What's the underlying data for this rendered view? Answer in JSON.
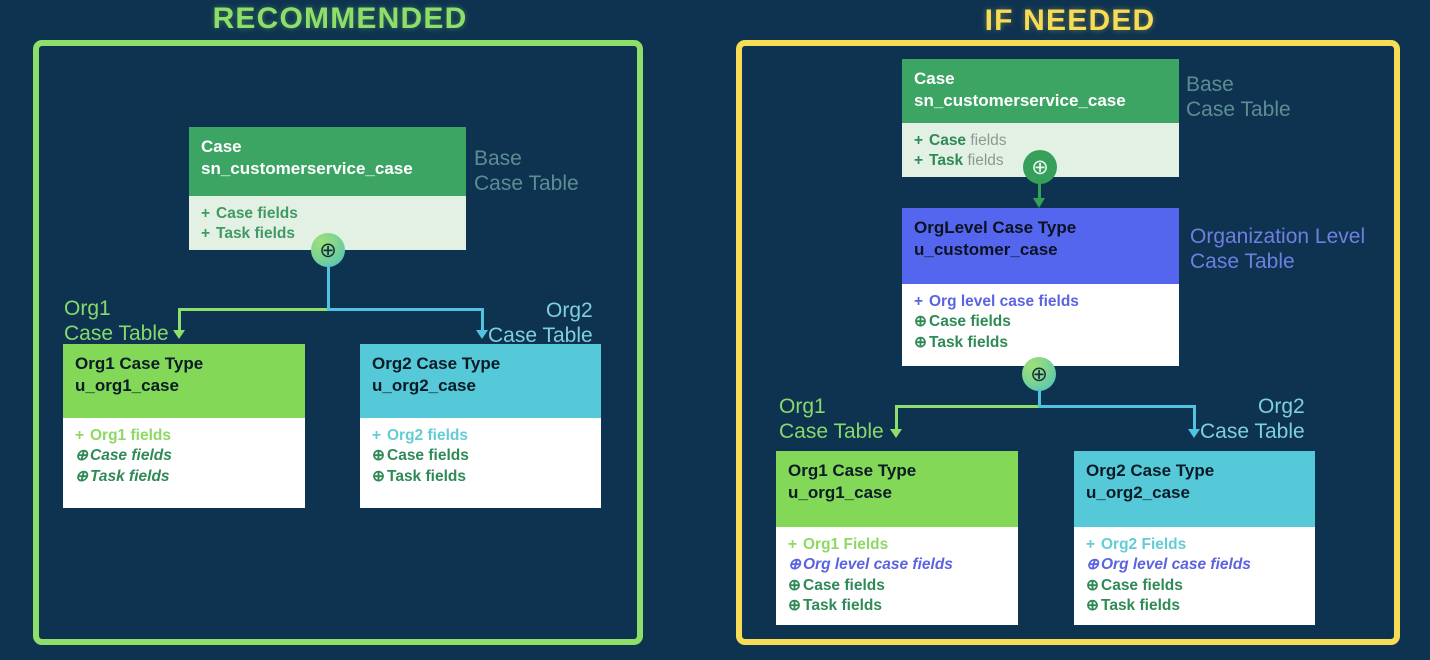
{
  "headings": {
    "recommended": "RECOMMENDED",
    "if_needed": "IF NEEDED"
  },
  "colors": {
    "background": "#0e3351",
    "panel_recommended_border": "#8ede6a",
    "panel_if_needed_border": "#f7dc55",
    "base_case_header": "#3da564",
    "org1_header": "#84d858",
    "org2_header": "#55c9d8",
    "orglevel_header": "#5566ee",
    "connector_green": "#8ede6a",
    "connector_cyan": "#4fc3e0"
  },
  "recommended": {
    "base_card": {
      "title": "Case",
      "subtitle": "sn_customerservice_case",
      "fields": [
        {
          "mark": "+",
          "bold": "Case fields",
          "light": ""
        },
        {
          "mark": "+",
          "bold": "Task  fields",
          "light": ""
        }
      ]
    },
    "base_label": {
      "line1": "Base",
      "line2": "Case Table"
    },
    "org1_label": {
      "line1": "Org1",
      "line2": "Case Table"
    },
    "org2_label": {
      "line1": "Org2",
      "line2": "Case Table"
    },
    "org1_card": {
      "title": "Org1 Case Type",
      "subtitle": "u_org1_case",
      "fields": [
        {
          "mark": "+",
          "text": "Org1 fields"
        },
        {
          "mark": "⊕",
          "text": "Case fields"
        },
        {
          "mark": "⊕",
          "text": "Task  fields"
        }
      ]
    },
    "org2_card": {
      "title": "Org2 Case Type",
      "subtitle": "u_org2_case",
      "fields": [
        {
          "mark": "+",
          "text": "Org2 fields"
        },
        {
          "mark": "⊕",
          "text": "Case fields"
        },
        {
          "mark": "⊕",
          "text": "Task  fields"
        }
      ]
    },
    "badge_icon": "⊕"
  },
  "if_needed": {
    "base_card": {
      "title": "Case",
      "subtitle": "sn_customerservice_case",
      "fields": [
        {
          "mark": "+",
          "bold": "Case",
          "light": " fields"
        },
        {
          "mark": "+",
          "bold": "Task",
          "light": "  fields"
        }
      ]
    },
    "base_label": {
      "line1": "Base",
      "line2": "Case Table"
    },
    "orglevel_label": {
      "line1": "Organization Level",
      "line2": "Case Table"
    },
    "org1_label": {
      "line1": "Org1",
      "line2": "Case Table"
    },
    "org2_label": {
      "line1": "Org2",
      "line2": "Case Table"
    },
    "orglevel_card": {
      "title": "OrgLevel Case Type",
      "subtitle": "u_customer_case",
      "fields": [
        {
          "mark": "+",
          "text": "Org level case fields"
        },
        {
          "mark": "⊕",
          "text": "Case fields"
        },
        {
          "mark": "⊕",
          "text": "Task  fields"
        }
      ]
    },
    "org1_card": {
      "title": "Org1 Case Type",
      "subtitle": "u_org1_case",
      "fields": [
        {
          "mark": "+",
          "text": "Org1 Fields"
        },
        {
          "mark": "⊕",
          "text": "Org level case fields"
        },
        {
          "mark": "⊕",
          "text": "Case fields"
        },
        {
          "mark": "⊕",
          "text": "Task  fields"
        }
      ]
    },
    "org2_card": {
      "title": "Org2 Case Type",
      "subtitle": "u_org2_case",
      "fields": [
        {
          "mark": "+",
          "text": "Org2 Fields"
        },
        {
          "mark": "⊕",
          "text": "Org level case fields"
        },
        {
          "mark": "⊕",
          "text": "Case fields"
        },
        {
          "mark": "⊕",
          "text": "Task  fields"
        }
      ]
    },
    "badge_icon": "⊕"
  }
}
